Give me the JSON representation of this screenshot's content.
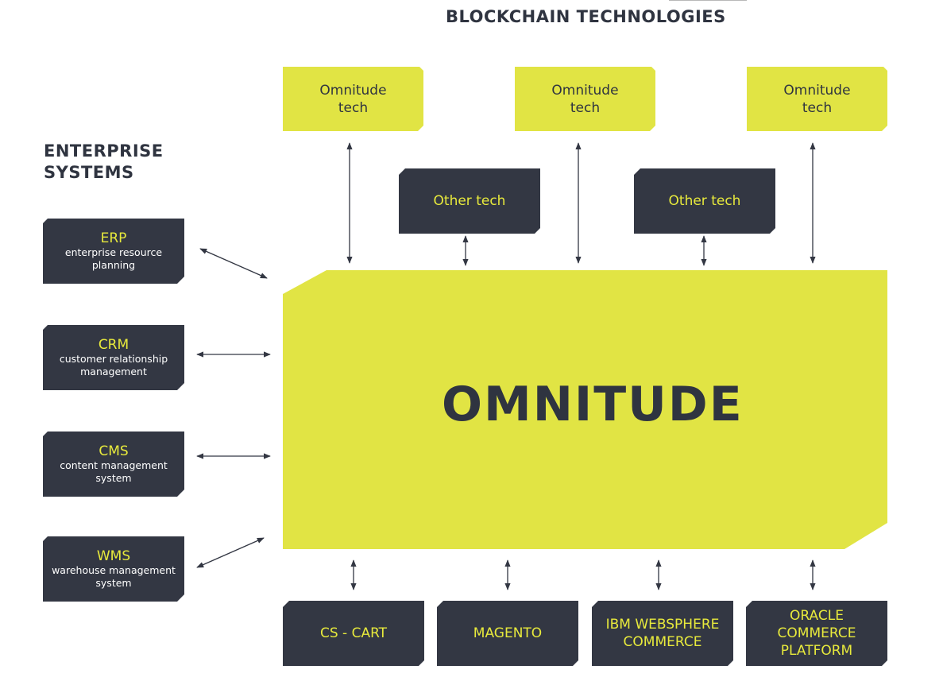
{
  "headings": {
    "blockchain": "BLOCKCHAIN TECHNOLOGIES",
    "enterprise": "ENTERPRISE SYSTEMS"
  },
  "blockchain_tech": [
    {
      "label": "Omnitude tech"
    },
    {
      "label": "Omnitude tech"
    },
    {
      "label": "Omnitude tech"
    }
  ],
  "other_tech": [
    {
      "label": "Other tech"
    },
    {
      "label": "Other tech"
    }
  ],
  "enterprise_systems": [
    {
      "abbr": "ERP",
      "desc": "enterprise resource planning"
    },
    {
      "abbr": "CRM",
      "desc": "customer relationship management"
    },
    {
      "abbr": "CMS",
      "desc": "content management system"
    },
    {
      "abbr": "WMS",
      "desc": "warehouse management system"
    }
  ],
  "core": {
    "label": "OMNITUDE"
  },
  "platforms": [
    {
      "label": "CS - CART"
    },
    {
      "label": "MAGENTO"
    },
    {
      "label": "IBM WEBSPHERE COMMERCE"
    },
    {
      "label": "ORACLE COMMERCE PLATFORM"
    }
  ],
  "colors": {
    "lime": "#e1e444",
    "dark": "#333743",
    "accent_text": "#e8ea3c",
    "heading_text": "#2f3440",
    "arrow": "#333743"
  }
}
